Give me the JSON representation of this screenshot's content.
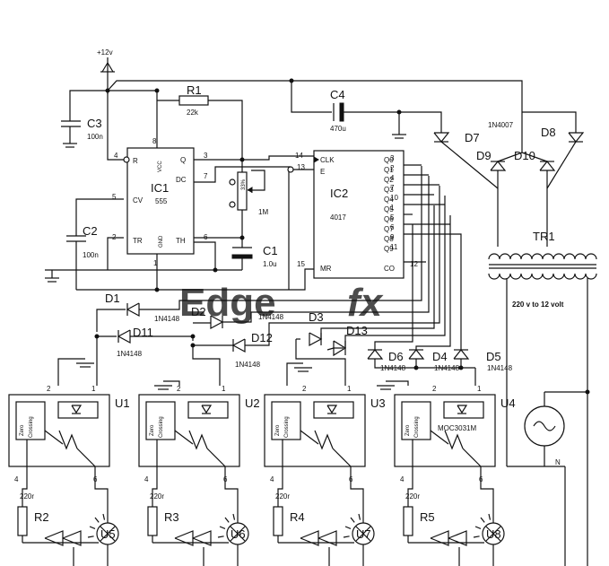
{
  "supply": {
    "label": "+12v"
  },
  "ic1": {
    "name": "IC1",
    "part": "555",
    "pins": {
      "r": "R",
      "vcc": "VCC",
      "q": "Q",
      "dc": "DC",
      "cv": "CV",
      "tr": "TR",
      "gnd": "GND",
      "th": "TH"
    },
    "pin_numbers": {
      "p4": "4",
      "p8": "8",
      "p3": "3",
      "p7": "7",
      "p5": "5",
      "p2": "2",
      "p1": "1",
      "p6": "6"
    }
  },
  "ic2": {
    "name": "IC2",
    "part": "4017",
    "pins": {
      "clk": "CLK",
      "e": "E",
      "mr": "MR",
      "co": "CO"
    },
    "outputs": [
      "Q0",
      "Q1",
      "Q2",
      "Q3",
      "Q4",
      "Q5",
      "Q6",
      "Q7",
      "Q8",
      "Q9"
    ],
    "output_pins": [
      "3",
      "2",
      "4",
      "7",
      "10",
      "1",
      "5",
      "6",
      "9",
      "11"
    ],
    "pin_numbers": {
      "clk": "14",
      "e": "13",
      "mr": "15",
      "co": "12"
    }
  },
  "r1": {
    "name": "R1",
    "value": "22k"
  },
  "c3": {
    "name": "C3",
    "value": "100n"
  },
  "c2": {
    "name": "C2",
    "value": "100n"
  },
  "c4": {
    "name": "C4",
    "value": "470u"
  },
  "c1": {
    "name": "C1",
    "value": "1.0u"
  },
  "pot": {
    "value": "1M",
    "percent": "33%"
  },
  "diodes": {
    "d1": "D1",
    "d2": "D2",
    "d3": "D3",
    "d4": "D4",
    "d5": "D5",
    "d6": "D6",
    "d7": "D7",
    "d8": "D8",
    "d9": "D9",
    "d10": "D10",
    "d11": "D11",
    "d12": "D12",
    "d13": "D13",
    "part_small": "1N4148",
    "part_rect": "1N4007"
  },
  "tr1": {
    "name": "TR1",
    "label": "220 v to 12 volt"
  },
  "source": {
    "neutral": "N"
  },
  "opto": {
    "units": [
      "U1",
      "U2",
      "U3",
      "U4"
    ],
    "zero_crossing": "Zero Crossing",
    "part": "MOC3031M",
    "pin_numbers": [
      "1",
      "2",
      "4",
      "6"
    ]
  },
  "resistors": [
    {
      "name": "R2",
      "value": "220r"
    },
    {
      "name": "R3",
      "value": "220r"
    },
    {
      "name": "R4",
      "value": "220r"
    },
    {
      "name": "R5",
      "value": "220r"
    }
  ],
  "lamps": [
    "U5",
    "U6",
    "U7",
    "U8"
  ],
  "watermark": {
    "part1": "Edge",
    "part2": "fx",
    "color1": "#4f8fe6",
    "color2": "#f0a090"
  }
}
